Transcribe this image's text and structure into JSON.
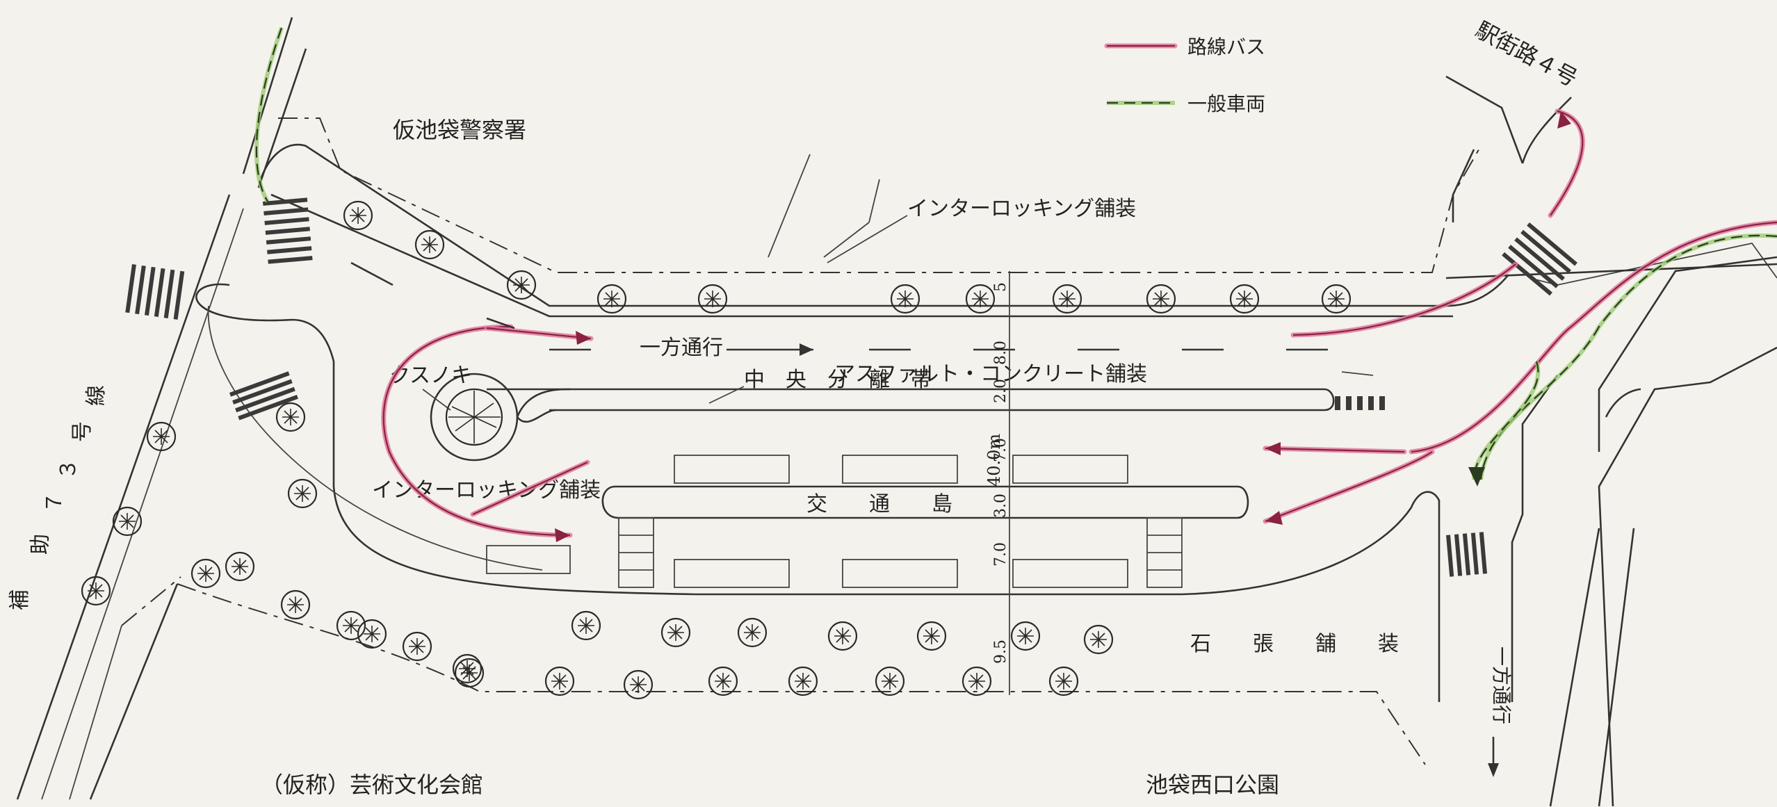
{
  "legend": {
    "bus_label": "路線バス",
    "general_label": "一般車両",
    "bus_color": "#e07aa0",
    "general_color": "#9acb72"
  },
  "labels": {
    "police": "仮池袋警察署",
    "ekigai_road": "駅街路４号",
    "interlocking_top": "インターロッキング舗装",
    "interlocking_mid": "インターロッキング舗装",
    "oneway_main": "一方通行",
    "median": "中　央　分　離　帯",
    "asphalt": "アスファルト・コンクリート舗装",
    "kusunoki": "クスノキ",
    "island": "交　　通　　島",
    "stone": "石　　張　　舗　　装",
    "route73": "補助７３号線",
    "route73_hojo": "補",
    "route73_jo": "助",
    "route73_nana": "７",
    "route73_san": "３",
    "route73_go": "号",
    "route73_sen": "線",
    "arts": "（仮称）芸術文化会館",
    "park": "池袋西口公園",
    "oneway_right": "一方通行"
  },
  "dimensions": {
    "total": "40.0m",
    "d1": "5",
    "d2": "8.0",
    "d3": "2.0",
    "d4": "7.0",
    "d5": "3.0",
    "d6": "7.0",
    "d7": "9.5"
  }
}
